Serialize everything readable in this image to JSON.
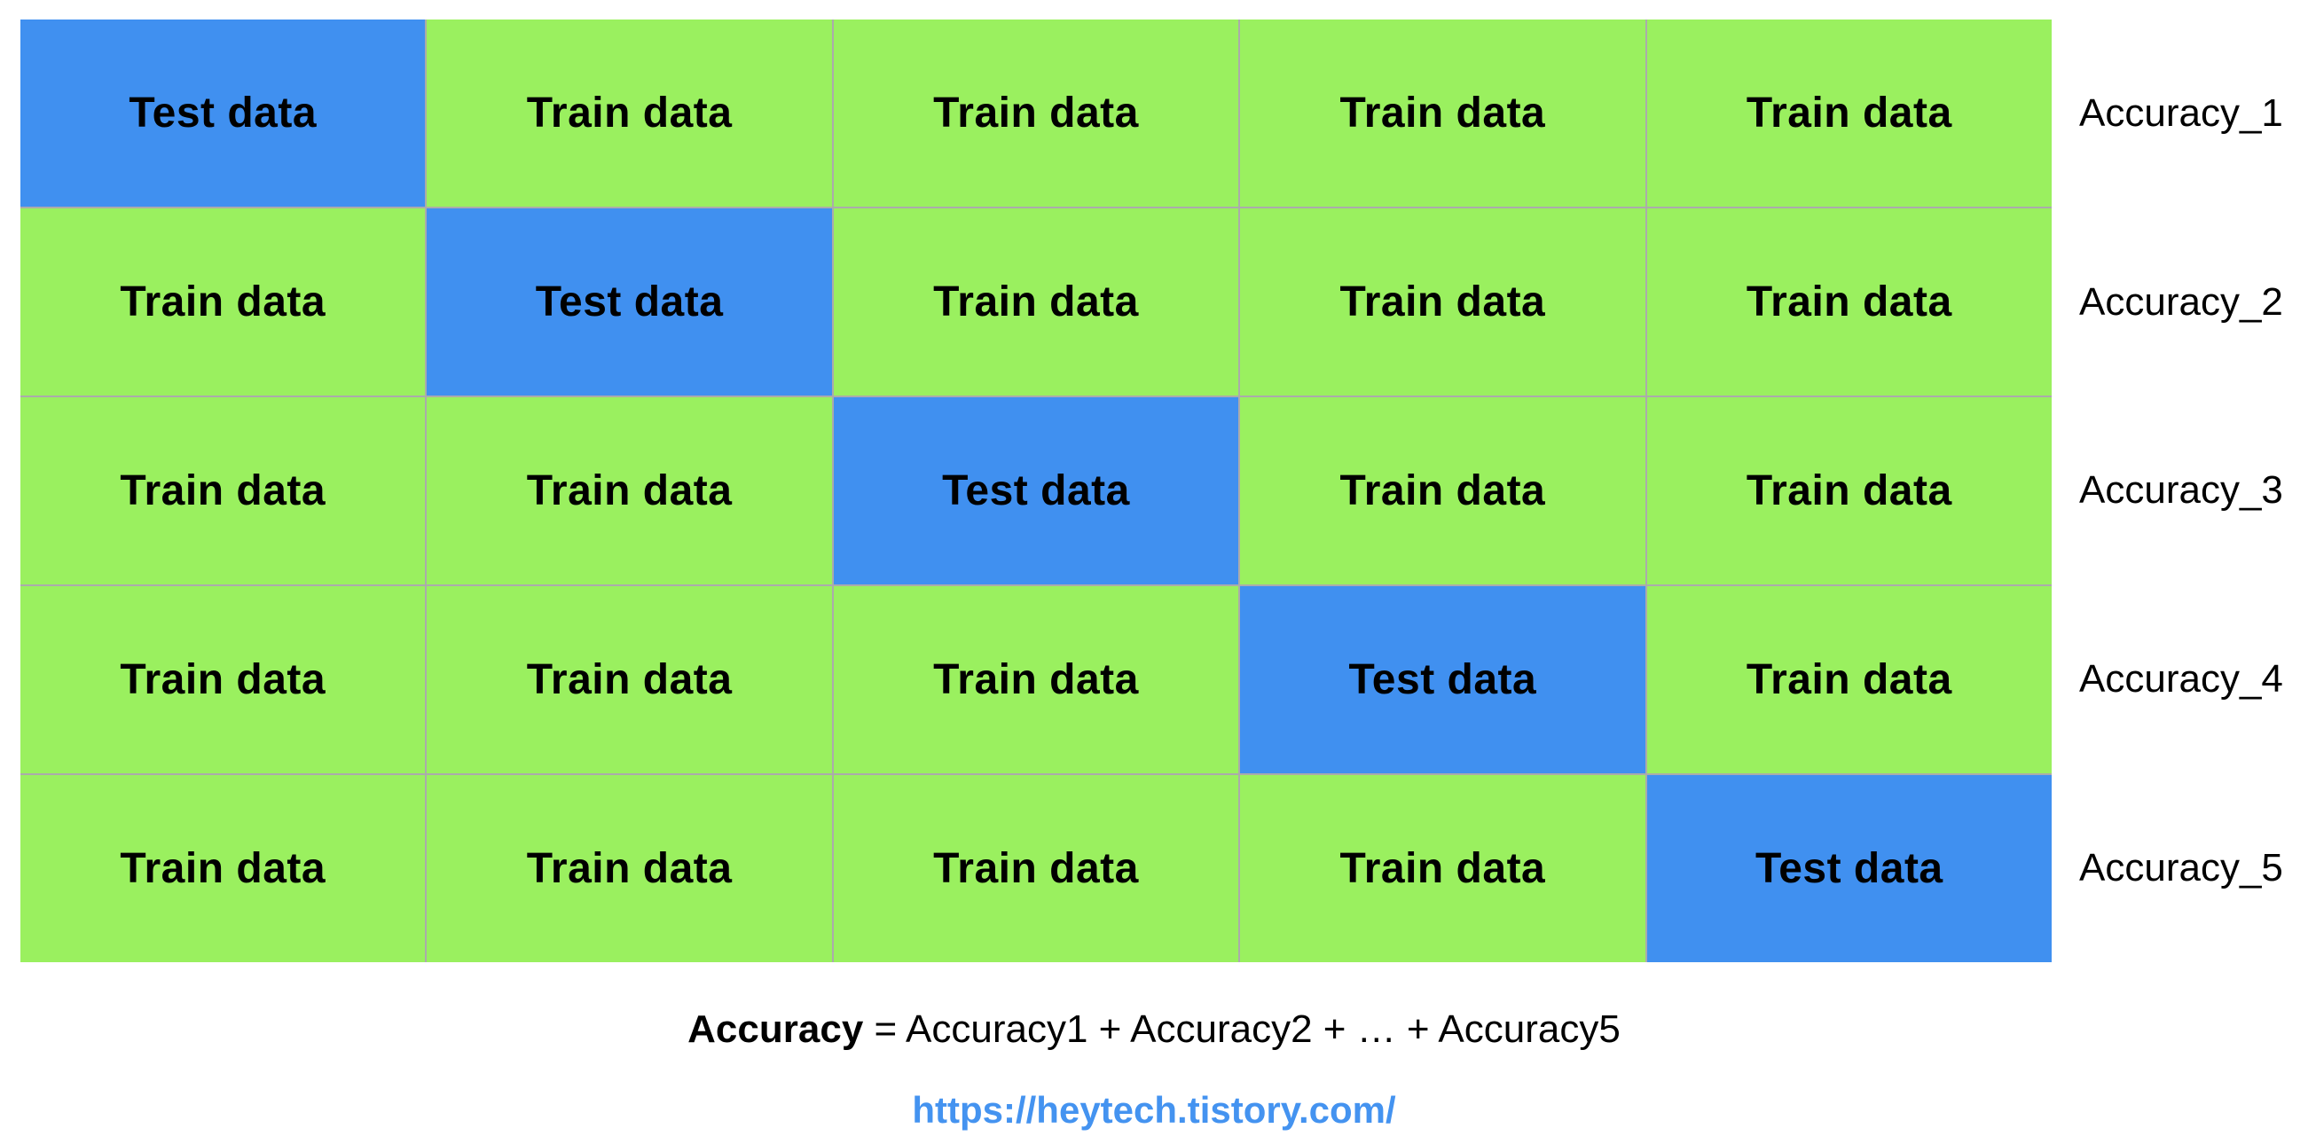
{
  "colors": {
    "test": "#4090F0",
    "train": "#9AF05F",
    "gridline": "#ABABAB",
    "link": "#4493F0",
    "cell_text": "#000000"
  },
  "grid": {
    "rows": [
      {
        "label": "Accuracy_1",
        "cells": [
          "Test data",
          "Train data",
          "Train data",
          "Train data",
          "Train data"
        ]
      },
      {
        "label": "Accuracy_2",
        "cells": [
          "Train data",
          "Test data",
          "Train data",
          "Train data",
          "Train data"
        ]
      },
      {
        "label": "Accuracy_3",
        "cells": [
          "Train data",
          "Train data",
          "Test data",
          "Train data",
          "Train data"
        ]
      },
      {
        "label": "Accuracy_4",
        "cells": [
          "Train data",
          "Train data",
          "Train data",
          "Test data",
          "Train data"
        ]
      },
      {
        "label": "Accuracy_5",
        "cells": [
          "Train data",
          "Train data",
          "Train data",
          "Train data",
          "Test data"
        ]
      }
    ]
  },
  "formula": {
    "bold_term": "Accuracy",
    "equation_rest": " = Accuracy1 + Accuracy2 + … + Accuracy5"
  },
  "footer_link": {
    "url_text": "https://heytech.tistory.com/"
  }
}
